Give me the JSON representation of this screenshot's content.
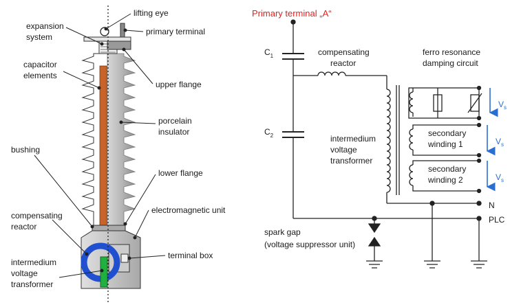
{
  "left": {
    "labels": {
      "lifting_eye": "lifting eye",
      "expansion_system_1": "expansion",
      "expansion_system_2": "system",
      "primary_terminal": "primary terminal",
      "capacitor_elements_1": "capacitor",
      "capacitor_elements_2": "elements",
      "upper_flange": "upper flange",
      "porcelain_insulator_1": "porcelain",
      "porcelain_insulator_2": "insulator",
      "bushing": "bushing",
      "lower_flange": "lower flange",
      "compensating_reactor_1": "compensating",
      "compensating_reactor_2": "reactor",
      "electromagnetic_unit": "electromagnetic unit",
      "terminal_box": "terminal box",
      "intermedium_vt_1": "intermedium",
      "intermedium_vt_2": "voltage",
      "intermedium_vt_3": "transformer"
    }
  },
  "right": {
    "primary_terminal": "Primary terminal „A“",
    "c1": "C",
    "c1_sub": "1",
    "c2": "C",
    "c2_sub": "2",
    "compensating_reactor_1": "compensating",
    "compensating_reactor_2": "reactor",
    "ferro_1": "ferro resonance",
    "ferro_2": "damping circuit",
    "intermedium_vt_1": "intermedium",
    "intermedium_vt_2": "voltage",
    "intermedium_vt_3": "transformer",
    "secondary_1a": "secondary",
    "secondary_1b": "winding 1",
    "secondary_2a": "secondary",
    "secondary_2b": "winding 2",
    "vs": "V",
    "vs_sub": "s",
    "n": "N",
    "plc": "PLC",
    "spark_gap_1": "spark gap",
    "spark_gap_2": "(voltage suppressor unit)"
  },
  "colors": {
    "capacitor": "#c8642a",
    "reactor_ring": "#2050d0",
    "transformer_core": "#20b040",
    "arrow_blue": "#2a6fd0",
    "title_red": "#e02020"
  }
}
